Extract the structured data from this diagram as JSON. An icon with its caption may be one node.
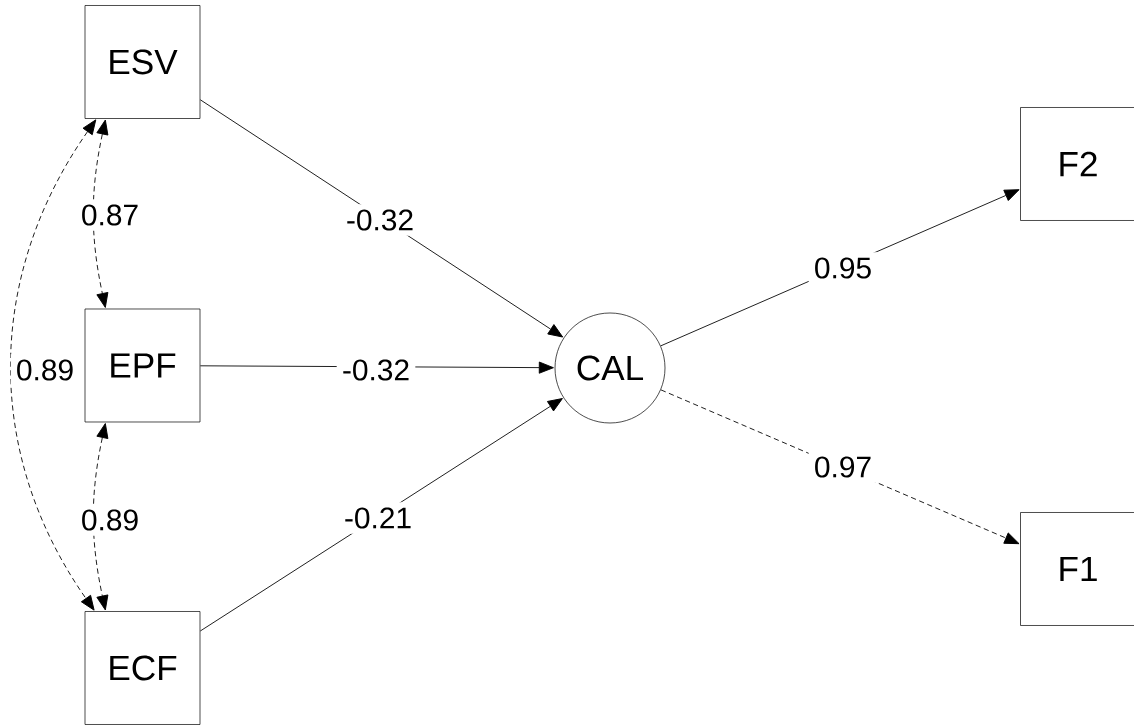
{
  "diagram": {
    "nodes": [
      {
        "text": [
          "ESV"
        ]
      },
      {
        "text": [
          "EPF"
        ]
      },
      {
        "text": [
          "ECF"
        ]
      },
      {
        "text": [
          "CAL"
        ]
      },
      {
        "text": [
          "F2"
        ]
      },
      {
        "text": [
          "F1"
        ]
      }
    ],
    "edges": [
      {
        "from": 0,
        "to": 1,
        "arrow": "both",
        "label": "0.87",
        "style": "dashed"
      },
      {
        "from": 0,
        "to": 2,
        "arrow": "both",
        "label": "0.89",
        "style": "dashed"
      },
      {
        "from": 1,
        "to": 2,
        "arrow": "both",
        "label": "0.89",
        "style": "dashed"
      },
      {
        "from": 0,
        "to": 3,
        "arrow": "to",
        "label": "-0.32"
      },
      {
        "from": 1,
        "to": 3,
        "arrow": "to",
        "label": "-0.32"
      },
      {
        "from": 2,
        "to": 3,
        "arrow": "to",
        "label": "-0.21"
      },
      {
        "from": 3,
        "to": 4,
        "arrow": "to",
        "label": "0.95"
      },
      {
        "from": 3,
        "to": 5,
        "arrow": "to",
        "label": "0.97",
        "style": "dashed"
      }
    ]
  }
}
